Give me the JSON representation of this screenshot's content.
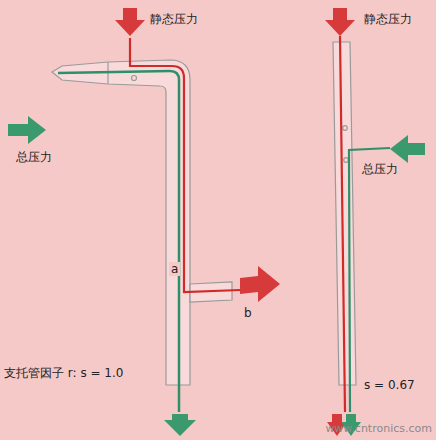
{
  "diagram": {
    "labels": [
      "静态压力",
      "总压力",
      "静态压力",
      "总压力",
      "a",
      "b",
      "支托管因子 r: s = 1.0",
      "s = 0.67",
      "www.cntronics.com"
    ]
  }
}
